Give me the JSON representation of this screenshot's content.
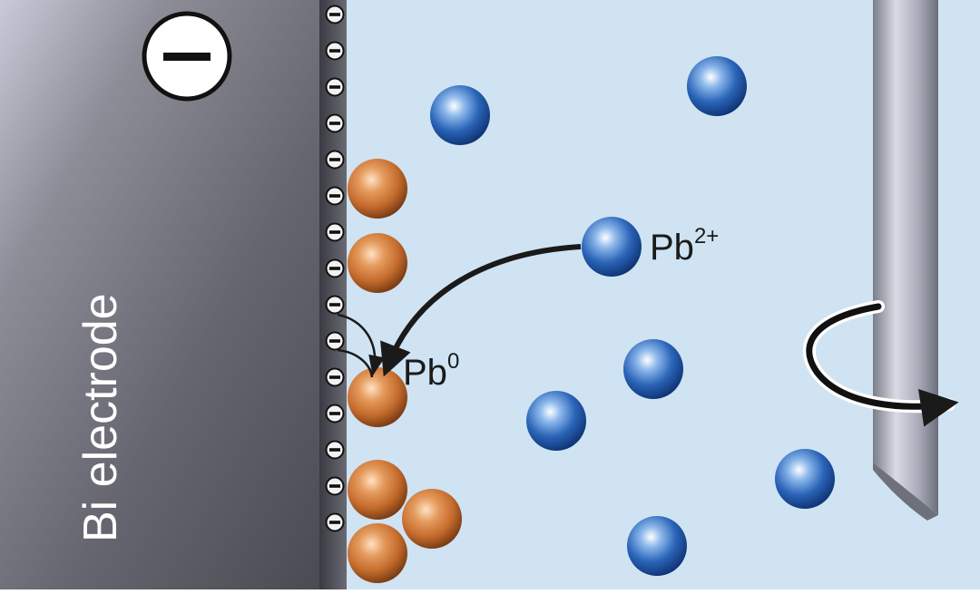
{
  "electrode": {
    "label": "Bi electrode",
    "charge_symbol": "minus-sign",
    "surface_charge_count": 15
  },
  "species": {
    "ion": {
      "base": "Pb",
      "superscript": "2+"
    },
    "deposit": {
      "base": "Pb",
      "superscript": "0"
    }
  },
  "colors": {
    "electrolyte": "#cfe3f3",
    "electrode_dark": "#54545c",
    "electrode_light": "#b9b9c8",
    "ion_blue": "#2a64b8",
    "deposit_copper": "#c46b2c",
    "arrow": "#1a1a1a",
    "rotating_rod": "#a9abb8"
  },
  "icons": {
    "electron_charge": "minus-in-circle-icon",
    "deposition_arrow": "curved-arrow-icon",
    "rotation_arrow": "rotation-arrow-icon"
  }
}
